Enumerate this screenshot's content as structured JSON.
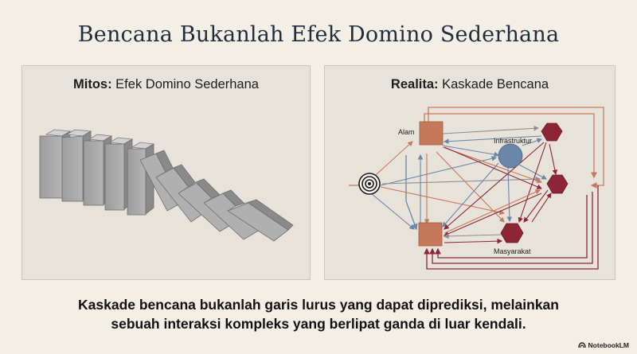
{
  "title": "Bencana Bukanlah Efek Domino Sederhana",
  "left_panel": {
    "heading_bold": "Mitos:",
    "heading_rest": " Efek Domino Sederhana"
  },
  "right_panel": {
    "heading_bold": "Realita:",
    "heading_rest": " Kaskade Bencana",
    "nodes": {
      "alam": "Alam",
      "infrastruktur": "Infrastruktur",
      "masyarakat": "Masyarakat"
    }
  },
  "caption_line1": "Kaskade bencana bukanlah garis lurus yang dapat diprediksi, melainkan",
  "caption_line2": "sebuah interaksi kompleks yang berlipat ganda di luar kendali.",
  "brand": "NotebookLM",
  "colors": {
    "orange": "#c8785a",
    "blue": "#6a86a8",
    "crimson": "#8c2636",
    "grey": "#a6a6a6"
  }
}
